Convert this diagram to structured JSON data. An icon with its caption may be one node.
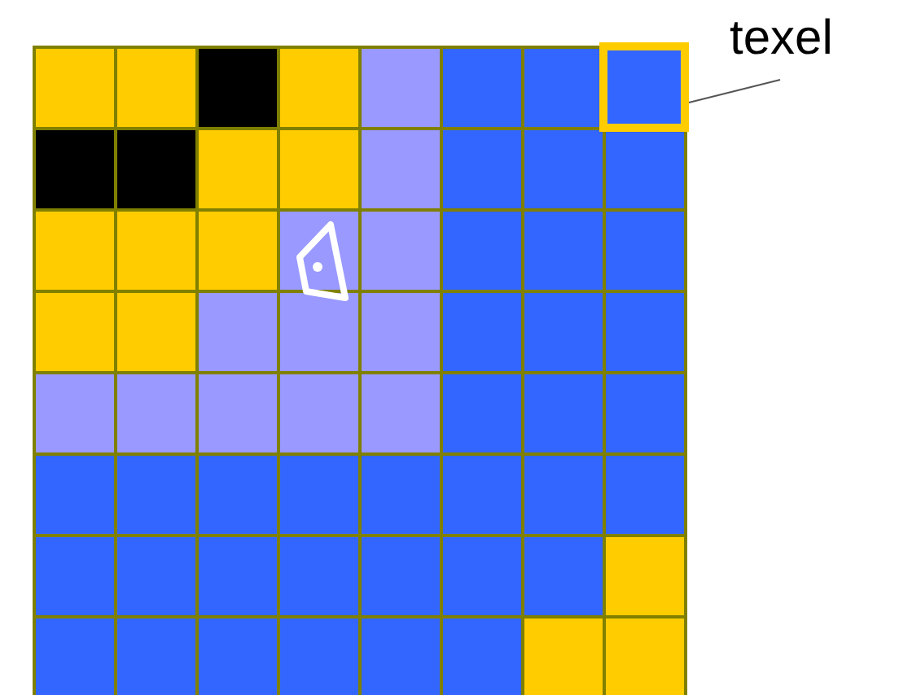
{
  "diagram": {
    "nodes": [
      {
        "text": [
          "texel"
        ]
      },
      {
        "text": [],
        "shape": "box"
      }
    ],
    "edges": [
      {
        "from": 0,
        "to": 1,
        "arrow": "none"
      }
    ]
  }
}
